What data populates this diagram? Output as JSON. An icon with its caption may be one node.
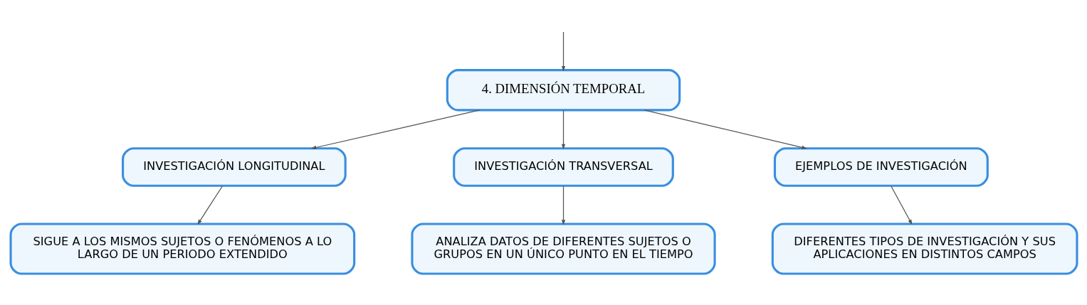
{
  "diagram": {
    "nodes": [
      {
        "text": [
          "4. DIMENSIÓN TEMPORAL"
        ]
      },
      {
        "text": [
          "INVESTIGACIÓN LONGITUDINAL"
        ]
      },
      {
        "text": [
          "INVESTIGACIÓN TRANSVERSAL"
        ]
      },
      {
        "text": [
          "EJEMPLOS DE INVESTIGACIÓN"
        ]
      },
      {
        "text": [
          "SIGUE A LOS MISMOS SUJETOS O FENÓMENOS A LO LARGO DE UN PERIODO EXTENDIDO"
        ]
      },
      {
        "text": [
          "ANALIZA DATOS DE DIFERENTES SUJETOS O GRUPOS EN UN ÚNICO PUNTO EN EL TIEMPO"
        ]
      },
      {
        "text": [
          "DIFERENTES TIPOS DE INVESTIGACIÓN Y SUS APLICACIONES EN DISTINTOS CAMPOS"
        ]
      }
    ],
    "edges": [
      {
        "from": null,
        "to": 0,
        "arrow": "to"
      },
      {
        "from": 0,
        "to": 1,
        "arrow": "to"
      },
      {
        "from": 0,
        "to": 2,
        "arrow": "to"
      },
      {
        "from": 0,
        "to": 3,
        "arrow": "to"
      },
      {
        "from": 1,
        "to": 4,
        "arrow": "to"
      },
      {
        "from": 2,
        "to": 5,
        "arrow": "to"
      },
      {
        "from": 3,
        "to": 6,
        "arrow": "to"
      }
    ]
  }
}
